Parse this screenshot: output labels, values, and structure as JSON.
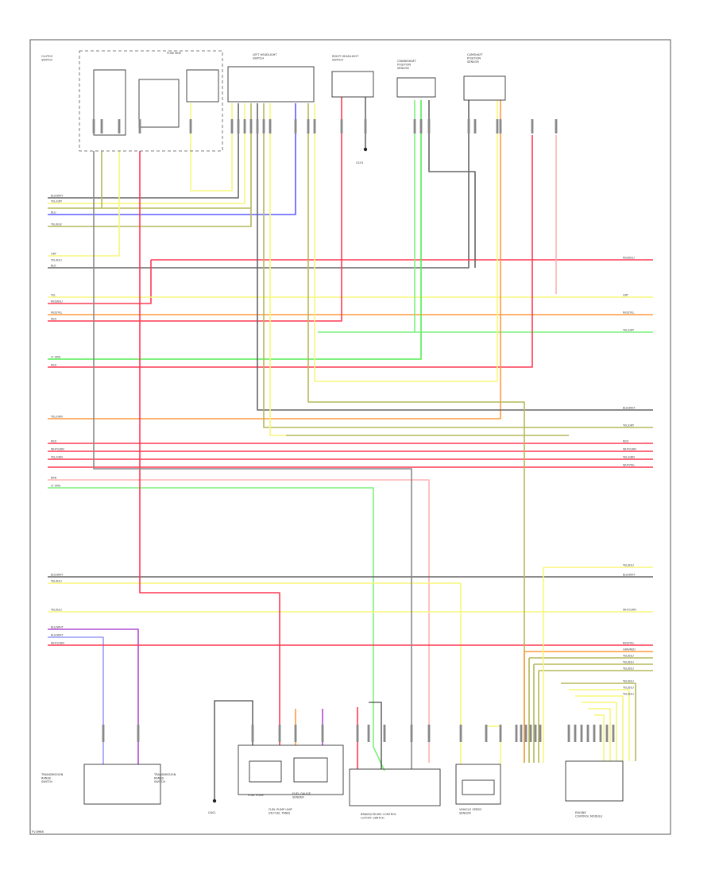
{
  "figure_code": "FV-8986",
  "components": {
    "clutch_switch": [
      "CLUTCH",
      "SWITCH"
    ],
    "fuse_box": [
      "FUSE BOX"
    ],
    "left_lamp_switch": [
      "LEFT HEADLIGHT",
      "SWITCH"
    ],
    "right_lamp_switch": [
      "RIGHT HEADLIGHT",
      "SWITCH"
    ],
    "upper_sensor": [
      "CAMSHAFT",
      "POSITION",
      "SENSOR"
    ],
    "lower_sensor": [
      "CRANKSHAFT",
      "POSITION",
      "SENSOR"
    ],
    "fuel_pump": [
      "FUEL PUMP"
    ],
    "fuel_gauge_sender": [
      "FUEL GAUGE",
      "SENDER"
    ],
    "fuel_pump_unit": [
      "FUEL PUMP UNIT",
      "(IN FUEL TANK)"
    ],
    "brake_light_switch": [
      "BRAKE/CRUISE CONTROL",
      "CUTOFF SWITCH"
    ],
    "speed_sensor": [
      "VEHICLE SPEED",
      "SENSOR"
    ],
    "control_module": [
      "ENGINE",
      "CONTROL MODULE"
    ],
    "trans_switch_left": [
      "TRANSMISSION",
      "RANGE",
      "SWITCH"
    ],
    "trans_switch_right": [
      "TRANSMISSION",
      "RANGE",
      "SWITCH"
    ],
    "ground_1": [
      "G101"
    ],
    "ground_2": [
      "G401"
    ]
  },
  "left_wire_labels": [
    "BLK/WHT",
    "YEL/GRY",
    "BLU",
    "YEL/BLK",
    "GRY",
    "YEL/BLU",
    "BLK",
    "YEL",
    "RED/BLU",
    "RED/YEL",
    "RED",
    "LT GRN",
    "RED",
    "YEL/GRN",
    "RED",
    "WHT/GRN",
    "YEL/GRN",
    "BRN",
    "LT GRN",
    "BLK/WHT",
    "YEL/BLU",
    "YEL/BLU",
    "BLU/WHT",
    "BLK/WHT",
    "WHT/GRN"
  ],
  "right_wire_labels": [
    "RED/BLU",
    "GRY",
    "RED/YEL",
    "YEL/GRY",
    "BLK/WHT",
    "YEL/GRY",
    "RED",
    "WHT/GRN",
    "YEL/GRN",
    "WHT/YEL",
    "BLK/WHT",
    "YEL/BLU",
    "WHT/GRN",
    "RED/YEL",
    "GRN/RED",
    "YEL/BLU",
    "YEL/BLU",
    "YEL/BLU",
    "YEL/BLU",
    "YEL/BLU",
    "YEL/BLU"
  ],
  "legend": {}
}
